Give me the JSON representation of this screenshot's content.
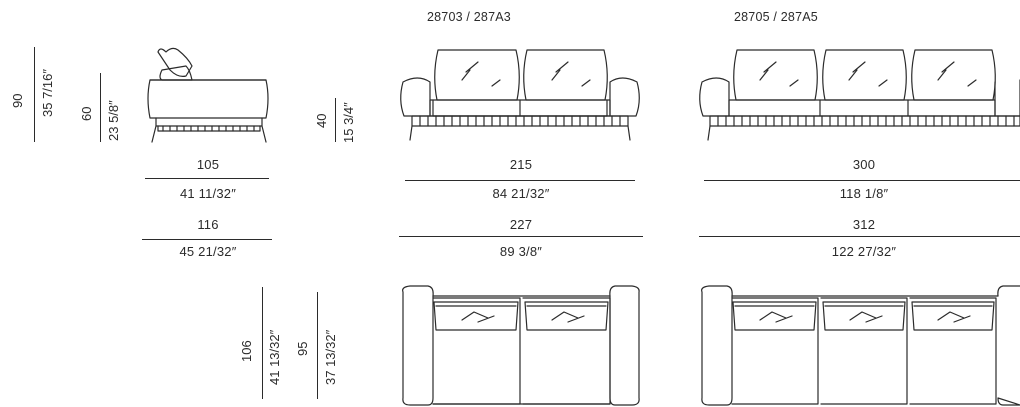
{
  "models": {
    "two_seat": "28703 / 287A3",
    "three_seat": "28705 / 287A5"
  },
  "dimensions": {
    "height_total_cm": "90",
    "height_total_in": "35 7/16″",
    "seat_height_cm": "60",
    "seat_height_in": "23 5/8″",
    "base_height_cm": "40",
    "base_height_in": "15 3/4″",
    "side_depth_cm": "105",
    "side_depth_in": "41 11/32″",
    "side_depth_max_cm": "116",
    "side_depth_max_in": "45 21/32″",
    "two_width_cm": "215",
    "two_width_in": "84 21/32″",
    "two_width_max_cm": "227",
    "two_width_max_in": "89 3/8″",
    "three_width_cm": "300",
    "three_width_in": "118 1/8″",
    "three_width_max_cm": "312",
    "three_width_max_in": "122 27/32″",
    "plan_depth_cm": "106",
    "plan_depth_in": "41 13/32″",
    "plan_inner_depth_cm": "95",
    "plan_inner_depth_in": "37 13/32″"
  }
}
